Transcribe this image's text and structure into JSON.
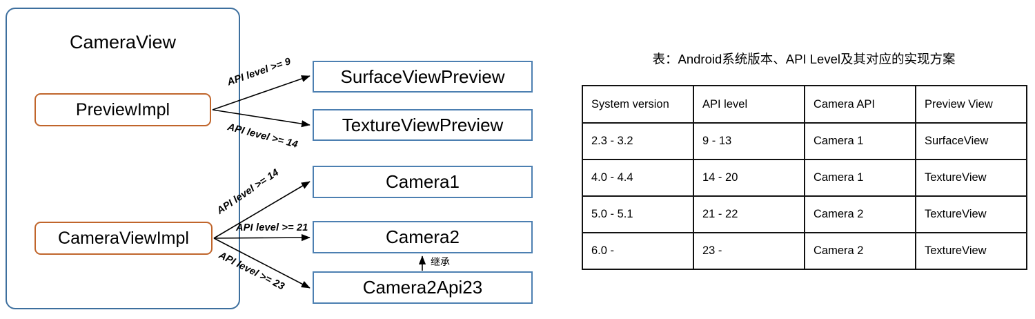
{
  "diagram": {
    "container": {
      "title": "CameraView",
      "border_color": "#3D6F9E"
    },
    "impl_boxes": [
      {
        "id": "preview-impl",
        "label": "PreviewImpl",
        "border_color": "#C0652B"
      },
      {
        "id": "cameraview-impl",
        "label": "CameraViewImpl",
        "border_color": "#C0652B"
      }
    ],
    "class_boxes": [
      {
        "id": "surfaceviewpreview",
        "label": "SurfaceViewPreview",
        "border_color": "#4C7FB1"
      },
      {
        "id": "textureviewpreview",
        "label": "TextureViewPreview",
        "border_color": "#4C7FB1"
      },
      {
        "id": "camera1",
        "label": "Camera1",
        "border_color": "#4C7FB1"
      },
      {
        "id": "camera2",
        "label": "Camera2",
        "border_color": "#4C7FB1"
      },
      {
        "id": "camera2api23",
        "label": "Camera2Api23",
        "border_color": "#4C7FB1"
      }
    ],
    "edge_labels": [
      {
        "id": "api9",
        "label": "API level >= 9",
        "from": "preview-impl",
        "to": "surfaceviewpreview"
      },
      {
        "id": "api14",
        "label": "API level >= 14",
        "from": "preview-impl",
        "to": "textureviewpreview"
      },
      {
        "id": "api14b",
        "label": "API level >= 14",
        "from": "cameraview-impl",
        "to": "camera1"
      },
      {
        "id": "api21",
        "label": "API level >= 21",
        "from": "cameraview-impl",
        "to": "camera2"
      },
      {
        "id": "api23",
        "label": "API level >= 23",
        "from": "cameraview-impl",
        "to": "camera2api23"
      }
    ],
    "inheritance_label": "继承"
  },
  "table": {
    "title": "表：Android系统版本、API Level及其对应的实现方案",
    "columns": [
      "System version",
      "API level",
      "Camera API",
      "Preview View"
    ],
    "rows": [
      [
        "2.3 - 3.2",
        "9 - 13",
        "Camera 1",
        "SurfaceView"
      ],
      [
        "4.0 - 4.4",
        "14 - 20",
        "Camera 1",
        "TextureView"
      ],
      [
        "5.0 - 5.1",
        "21 - 22",
        "Camera 2",
        "TextureView"
      ],
      [
        "6.0 -",
        "23 -",
        "Camera 2",
        "TextureView"
      ]
    ]
  }
}
